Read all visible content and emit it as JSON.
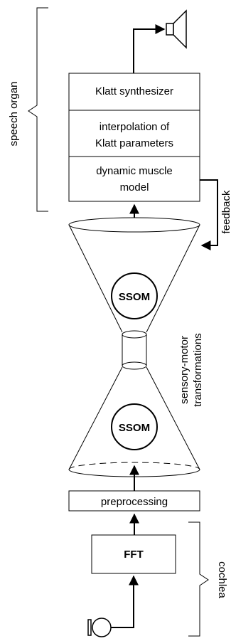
{
  "speech_organ": {
    "label": "speech organ",
    "blocks": [
      "Klatt synthesizer",
      "interpolation of",
      "Klatt parameters",
      "dynamic muscle",
      "model"
    ]
  },
  "feedback_label": "feedback",
  "ssom_upper": "SSOM",
  "ssom_lower": "SSOM",
  "transform_label_line1": "sensory-motor",
  "transform_label_line2": "transformations",
  "preprocessing": "preprocessing",
  "fft": "FFT",
  "cochlea_label": "cochlea",
  "icons": [
    "loudspeaker-icon",
    "microphone-icon"
  ]
}
